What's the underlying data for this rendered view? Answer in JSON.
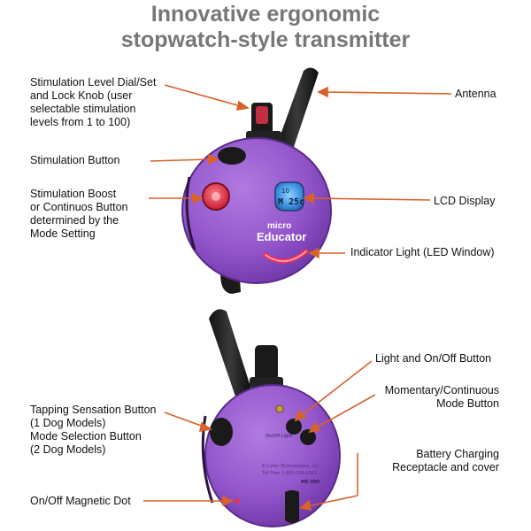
{
  "title": {
    "line1": "Innovative ergonomic",
    "line2": "stopwatch-style transmitter"
  },
  "device": {
    "brand_small": "micro",
    "brand_large": "Educator",
    "lcd_top": "10",
    "lcd_main": "M 25c",
    "button_label": "On/Off Light",
    "model": "ME-300",
    "back_text_line1": "E-Collar Technologies, Inc.",
    "back_text_line2": "Toll Free 1-855-338-5563"
  },
  "labels": {
    "dial": [
      "Stimulation Level Dial/Set",
      "and Lock Knob (user",
      "selectable stimulation",
      "levels from 1 to 100)"
    ],
    "antenna": "Antenna",
    "stim_button": "Stimulation Button",
    "boost": [
      "Stimulation Boost",
      "or Continuos Button",
      "determined by the",
      "Mode Setting"
    ],
    "lcd": "LCD Display",
    "indicator": "Indicator Light (LED Window)",
    "light_onoff": "Light and On/Off Button",
    "momentary": [
      "Momentary/Continuous",
      "Mode Button"
    ],
    "tapping": [
      "Tapping Sensation Button",
      "(1 Dog Models)",
      "Mode Selection Button",
      "(2 Dog Models)"
    ],
    "battery": [
      "Battery Charging",
      "Receptacle and cover"
    ],
    "magnetic": "On/Off Magnetic Dot"
  },
  "colors": {
    "title": "#777777",
    "body_purple": "#9b59d0",
    "arrow": "#d9622b",
    "lcd_blue": "#3b8fe0",
    "boost_red": "#e0344a"
  }
}
